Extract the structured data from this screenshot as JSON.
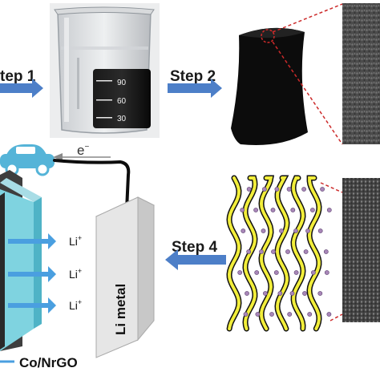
{
  "steps": {
    "step1": "tep 1",
    "step2": "Step 2",
    "step4": "Step 4"
  },
  "beaker": {
    "marks": [
      "90",
      "60",
      "30"
    ]
  },
  "electron": {
    "symbol": "e",
    "charge": "−"
  },
  "battery": {
    "ions": [
      {
        "symbol": "Li",
        "charge": "+"
      },
      {
        "symbol": "Li",
        "charge": "+"
      },
      {
        "symbol": "Li",
        "charge": "+"
      }
    ],
    "anode_label": "Li metal",
    "cathode_label": "Co/NrGO"
  },
  "colors": {
    "arrow_blue": "#4d7fc8",
    "cathode_cyan": "#7fd3e0",
    "car_blue": "#55b4d8",
    "fiber_yellow": "#f2ee3a",
    "particle_purple": "#a886b8",
    "zoom_red": "#cc2a2a",
    "ink": "#111111"
  }
}
